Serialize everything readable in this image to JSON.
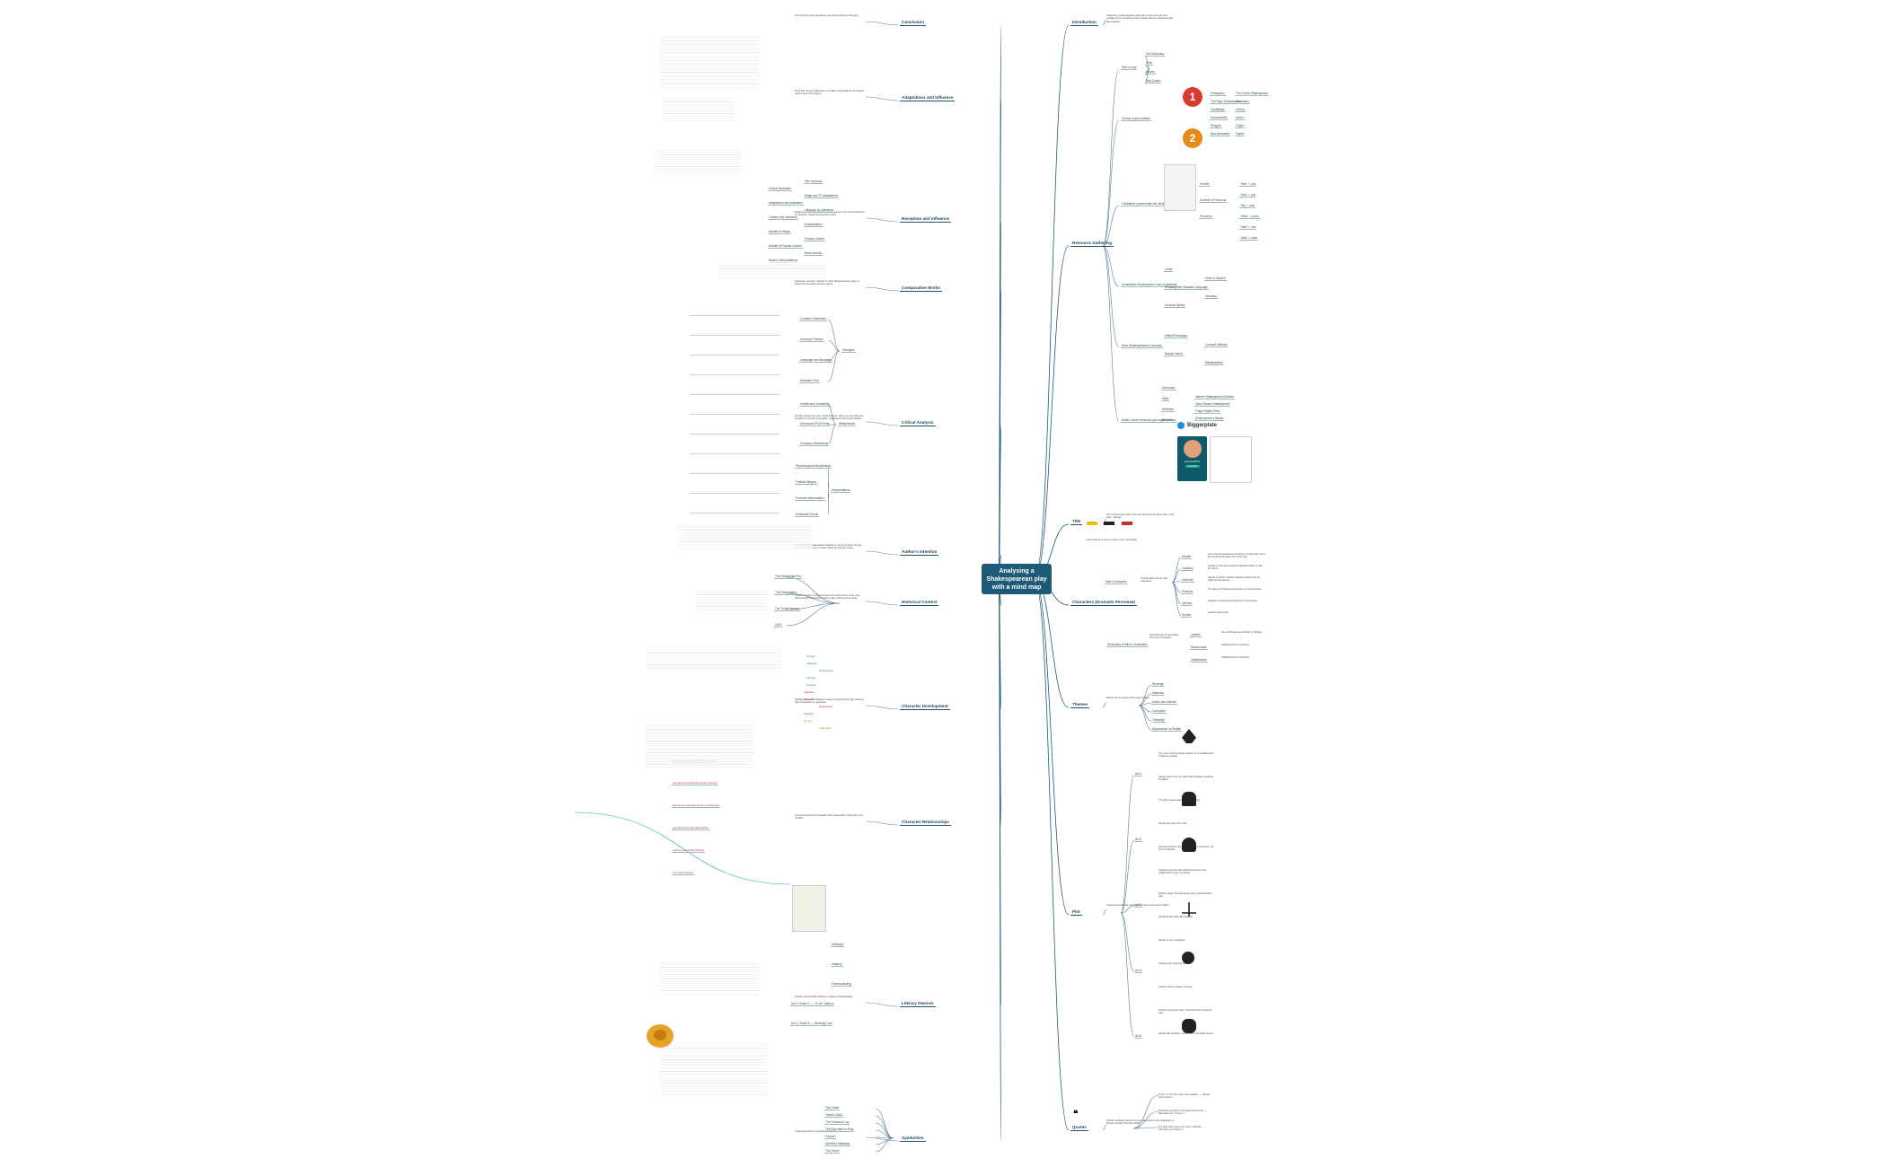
{
  "center_title": "Analysing a Shakespearean play with a mind map",
  "left_branches": [
    {
      "key": "conclusion",
      "label": "Conclusion",
      "summary": "Summarise the key takeaways and explain appeal of the play"
    },
    {
      "key": "adaptations",
      "label": "Adaptations and Influence",
      "summary": "Films and scenes adaptations or modern interpretations of \"Hamlet\" make sense of the legacy"
    },
    {
      "key": "reception",
      "label": "Reception and Influence",
      "summary": "Explore how \"Hamlet\" has been received over time and its influence on literature, theatre and popular culture"
    },
    {
      "key": "comparative",
      "label": "Comparative Works",
      "summary": "If relevant, compare \"Hamlet\" to other Shakespearean plays or works from the same period or genre"
    },
    {
      "key": "critical",
      "label": "Critical Analysis",
      "summary": "Include a section for your critical analysis, where you can add your thoughts on the play's strengths, weaknesses and interpretations"
    },
    {
      "key": "authors",
      "label": "Author's Intention",
      "summary": "Consider what Shakespeare intended to convey through the play, such as commentary on power, family and human nature"
    },
    {
      "key": "historical",
      "label": "Historical Context",
      "summary": "Create a section for the historical and social context of the play, discuss factors that influenced the play's setting and creation"
    },
    {
      "key": "development",
      "label": "Character Development",
      "summary": "Highlight how each character evolves throughout the play, showing their progression or regression"
    },
    {
      "key": "relationships",
      "label": "Character Relationships",
      "summary": "Connect characters to illustrate their relationships: family ties, love, conflicts"
    },
    {
      "key": "literary",
      "label": "Literary Devices",
      "summary": "Include examples like soliloquy, imagery, foreshadowing"
    },
    {
      "key": "symbolism",
      "label": "Symbolism",
      "summary": "Create branches for symbols in Hamlet"
    }
  ],
  "right_branches": [
    {
      "key": "introduction",
      "label": "Introduction",
      "summary": "Analysing a Shakespearean play with a mind map can be a valuable tool for breaking down complex themes, characters and plot structure."
    },
    {
      "key": "resource",
      "label": "Resource Gathering",
      "summary": ""
    },
    {
      "key": "title",
      "label": "Title",
      "summary": "The central node of the mind map should be the play's title; in this case, \"Hamlet.\""
    },
    {
      "key": "characters",
      "label": "Characters (Dramatis Personae)",
      "summary": ""
    },
    {
      "key": "themes",
      "label": "Themes",
      "summary": "Branch out to represent the major themes"
    },
    {
      "key": "plot",
      "label": "Plot",
      "summary": "Create sub-branches outlining the major events and conflicts"
    },
    {
      "key": "quotes",
      "label": "Quotes",
      "summary": "Include significant quotes from the play linked to the characters or themes to which they are related"
    }
  ],
  "resource_items": [
    "Find a copy",
    "Choose a good edition",
    "Familiarize yourself with the Shakespearean vocabulary",
    "Understand Shakespeare's use of grammar",
    "More Shakespearean Concepts",
    "Useful online resources you might want"
  ],
  "edition_leaves": [
    "Get Dictionary",
    "Folio",
    "Quarto",
    "Bad Quarto"
  ],
  "edition_tags": [
    "Prestigious",
    "The Oxford Shakespeare",
    "The Riger Shakespeare",
    "Annotated",
    "Cambridge",
    "Oxford",
    "Unannotated",
    "Arden",
    "Penguin",
    "Folger",
    "Non-annotated",
    "Signet"
  ],
  "vocab_leaves": [
    "Gender",
    "Context of Pronouns",
    "Pronouns",
    "\"thee\" = you",
    "\"thou\" = you",
    "\"thy\" = your",
    "\"thine\" = yours",
    "\"hath\" = has",
    "\"doth\" = does"
  ],
  "grammar_leaves": [
    "Verbs",
    "Parts of Speech",
    "Phrasing with Standard Language",
    "Inversion",
    "Unusual Syntax"
  ],
  "concepts_leaves": [
    "Difficult Passages",
    "Contract reflexes",
    "Bawdy Humor",
    "Malapropisms"
  ],
  "online_leaves": [
    "Dictionary",
    "Sites",
    "Websites",
    "Mind Maps"
  ],
  "sites": [
    "Internet Shakespeare Editions",
    "Open Source Shakespeare",
    "Folger Digital Texts",
    "Shakespeare's Words"
  ],
  "biggerplate": {
    "name": "Biggerplate",
    "user": "janmanod2022",
    "button": "FOLLOW"
  },
  "title_note": "Add a picture or icon to make it more memorable",
  "characters": {
    "main_label": "Main Characters",
    "main_note": "Include basic info for main characters",
    "main": [
      {
        "name": "Hamlet",
        "desc": "Son of the deceased king and Prince of Denmark. He is the tortured and tragic hero of the play."
      },
      {
        "name": "Claudius",
        "desc": "Hamlet's uncle who murdered Hamlet's father to take the throne"
      },
      {
        "name": "Gertrude",
        "desc": "Hamlet's mother, married Claudius shortly after the death of King Hamlet"
      },
      {
        "name": "Polonius",
        "desc": "The father of Ophelia and Laertes, lord chamberlain"
      },
      {
        "name": "Ophelia",
        "desc": "Daughter of Polonius and Hamlet's love interest"
      },
      {
        "name": "Horatio",
        "desc": "Hamlet's best friend"
      }
    ],
    "secondary_label": "Secondary or Minor Characters",
    "secondary_note": "Add branches for secondary and minor characters",
    "secondary": [
      {
        "name": "Laertes",
        "desc": "Son of Polonius and brother of Ophelia"
      },
      {
        "name": "Rosencrantz",
        "desc": "Childhood friend of Hamlet"
      },
      {
        "name": "Guildenstern",
        "desc": "Childhood friend of Hamlet"
      }
    ]
  },
  "themes": [
    "Revenge",
    "Madness",
    "Action and Inaction",
    "Corruption",
    "\"Mortality\"",
    "Appearance vs Reality"
  ],
  "plot_acts": [
    "Act 1",
    "Act 2",
    "Act 3",
    "Act 4",
    "Act 5"
  ],
  "plot_events": [
    "The ghost of King Hamlet appears on the battlements of Elsinore Castle.",
    "Hamlet learns from the ghost that Claudius murdered his father",
    "The ghost urges Hamlet to take revenge",
    "Hamlet pretends to be mad",
    "Polonius believes Hamlet's madness is caused by his love for Ophelia",
    "Claudius and Gertrude enlist Rosencrantz and Guildenstern to spy on Hamlet",
    "Hamlet stages The Mousetrap play to test Claudius' guilt",
    "Hamlet accidentally kills Polonius",
    "Hamlet is sent to England",
    "Ophelia goes mad and drowns",
    "Laertes returns seeking revenge",
    "Hamlet and Laertes duel; Gertrude drinks poisoned wine",
    "Hamlet kills Claudius; Hamlet dies; Fortinbras arrives"
  ],
  "quotes": {
    "items": [
      "To be, or not to be: that is the question. — Hamlet, Act 3 Scene 1",
      "Something is rotten in the state of Denmark. — Marcellus, Act 1 Scene 4",
      "The lady doth protest too much, methinks. — Gertrude, Act 3 Scene 2"
    ]
  },
  "critical": {
    "strengths_label": "Strengths",
    "weaknesses_label": "Weaknesses",
    "interpretations_label": "Interpretations",
    "strengths": [
      "Complex Characters",
      "Universal Themes",
      "Language and Wordplay",
      "Dramatic Form"
    ],
    "weaknesses": [
      "Length and Complexity",
      "Unresolved Plot Points",
      "Character Motivations"
    ],
    "interpretations": [
      "Psychological Interpretation",
      "Political Allegory",
      "Feminist Interpretation",
      "Existential Theme"
    ]
  },
  "reception_leaves": [
    "Film Versions",
    "Critical Reception",
    "Stage and TV Adaptations",
    "Adaptations and Imitations",
    "Influence on Literature",
    "Theatre and Literature",
    "Existentialism",
    "Hamlet on Stage",
    "Popular Culture",
    "Hamlet in Popular Culture",
    "Music and Art",
    "Modern Interpretations"
  ],
  "historical_leaves": [
    "The Elizabethan Era",
    "The Reformation",
    "The Tudor Dynasty",
    "1603"
  ],
  "development_tags": [
    {
      "text": "Hamlet",
      "color": "#2e8b57"
    },
    {
      "text": "Claudius",
      "color": "#2e8b57"
    },
    {
      "text": "Progression",
      "color": "#2e8b57"
    },
    {
      "text": "Laertes",
      "color": "#2e8b57"
    },
    {
      "text": "Ophelia",
      "color": "#2e8b57"
    },
    {
      "text": "Claudius",
      "color": "#c03030"
    },
    {
      "text": "Gertrude",
      "color": "#c03030"
    },
    {
      "text": "Regression",
      "color": "#c03030"
    },
    {
      "text": "Ophelia",
      "color": "#c03030"
    },
    {
      "text": "Horatio",
      "color": "#d98a00"
    },
    {
      "text": "Stagnation",
      "color": "#d98a00"
    }
  ],
  "relationships": [
    "Hamlet and Gertrude (Mother and Son)",
    "Hamlet and Ophelia (Romantic Interest)",
    "Hamlet and Claudius (Uncle and Nephew)",
    "Hamlet and Horatio (Friendship)",
    "Laertes and Hamlet (Rivals)",
    "The Ghost Hamlet"
  ],
  "literary": [
    "Soliloquy",
    "Imagery",
    "Foreshadowing",
    "Act 3, Scene 1 — \"To be\" Speech",
    "Act 1, Scene 5 — Revenge Line"
  ],
  "symbolism": [
    "The Ghost",
    "Yorick's Skull",
    "The Poisoned Cup",
    "The Play within a Play",
    "Flowers",
    "Ophelia's Madness",
    "The Sword"
  ],
  "colors": {
    "accent": "#1c5a78",
    "link": "#5a7d8f",
    "relation": "#20b2aa"
  }
}
